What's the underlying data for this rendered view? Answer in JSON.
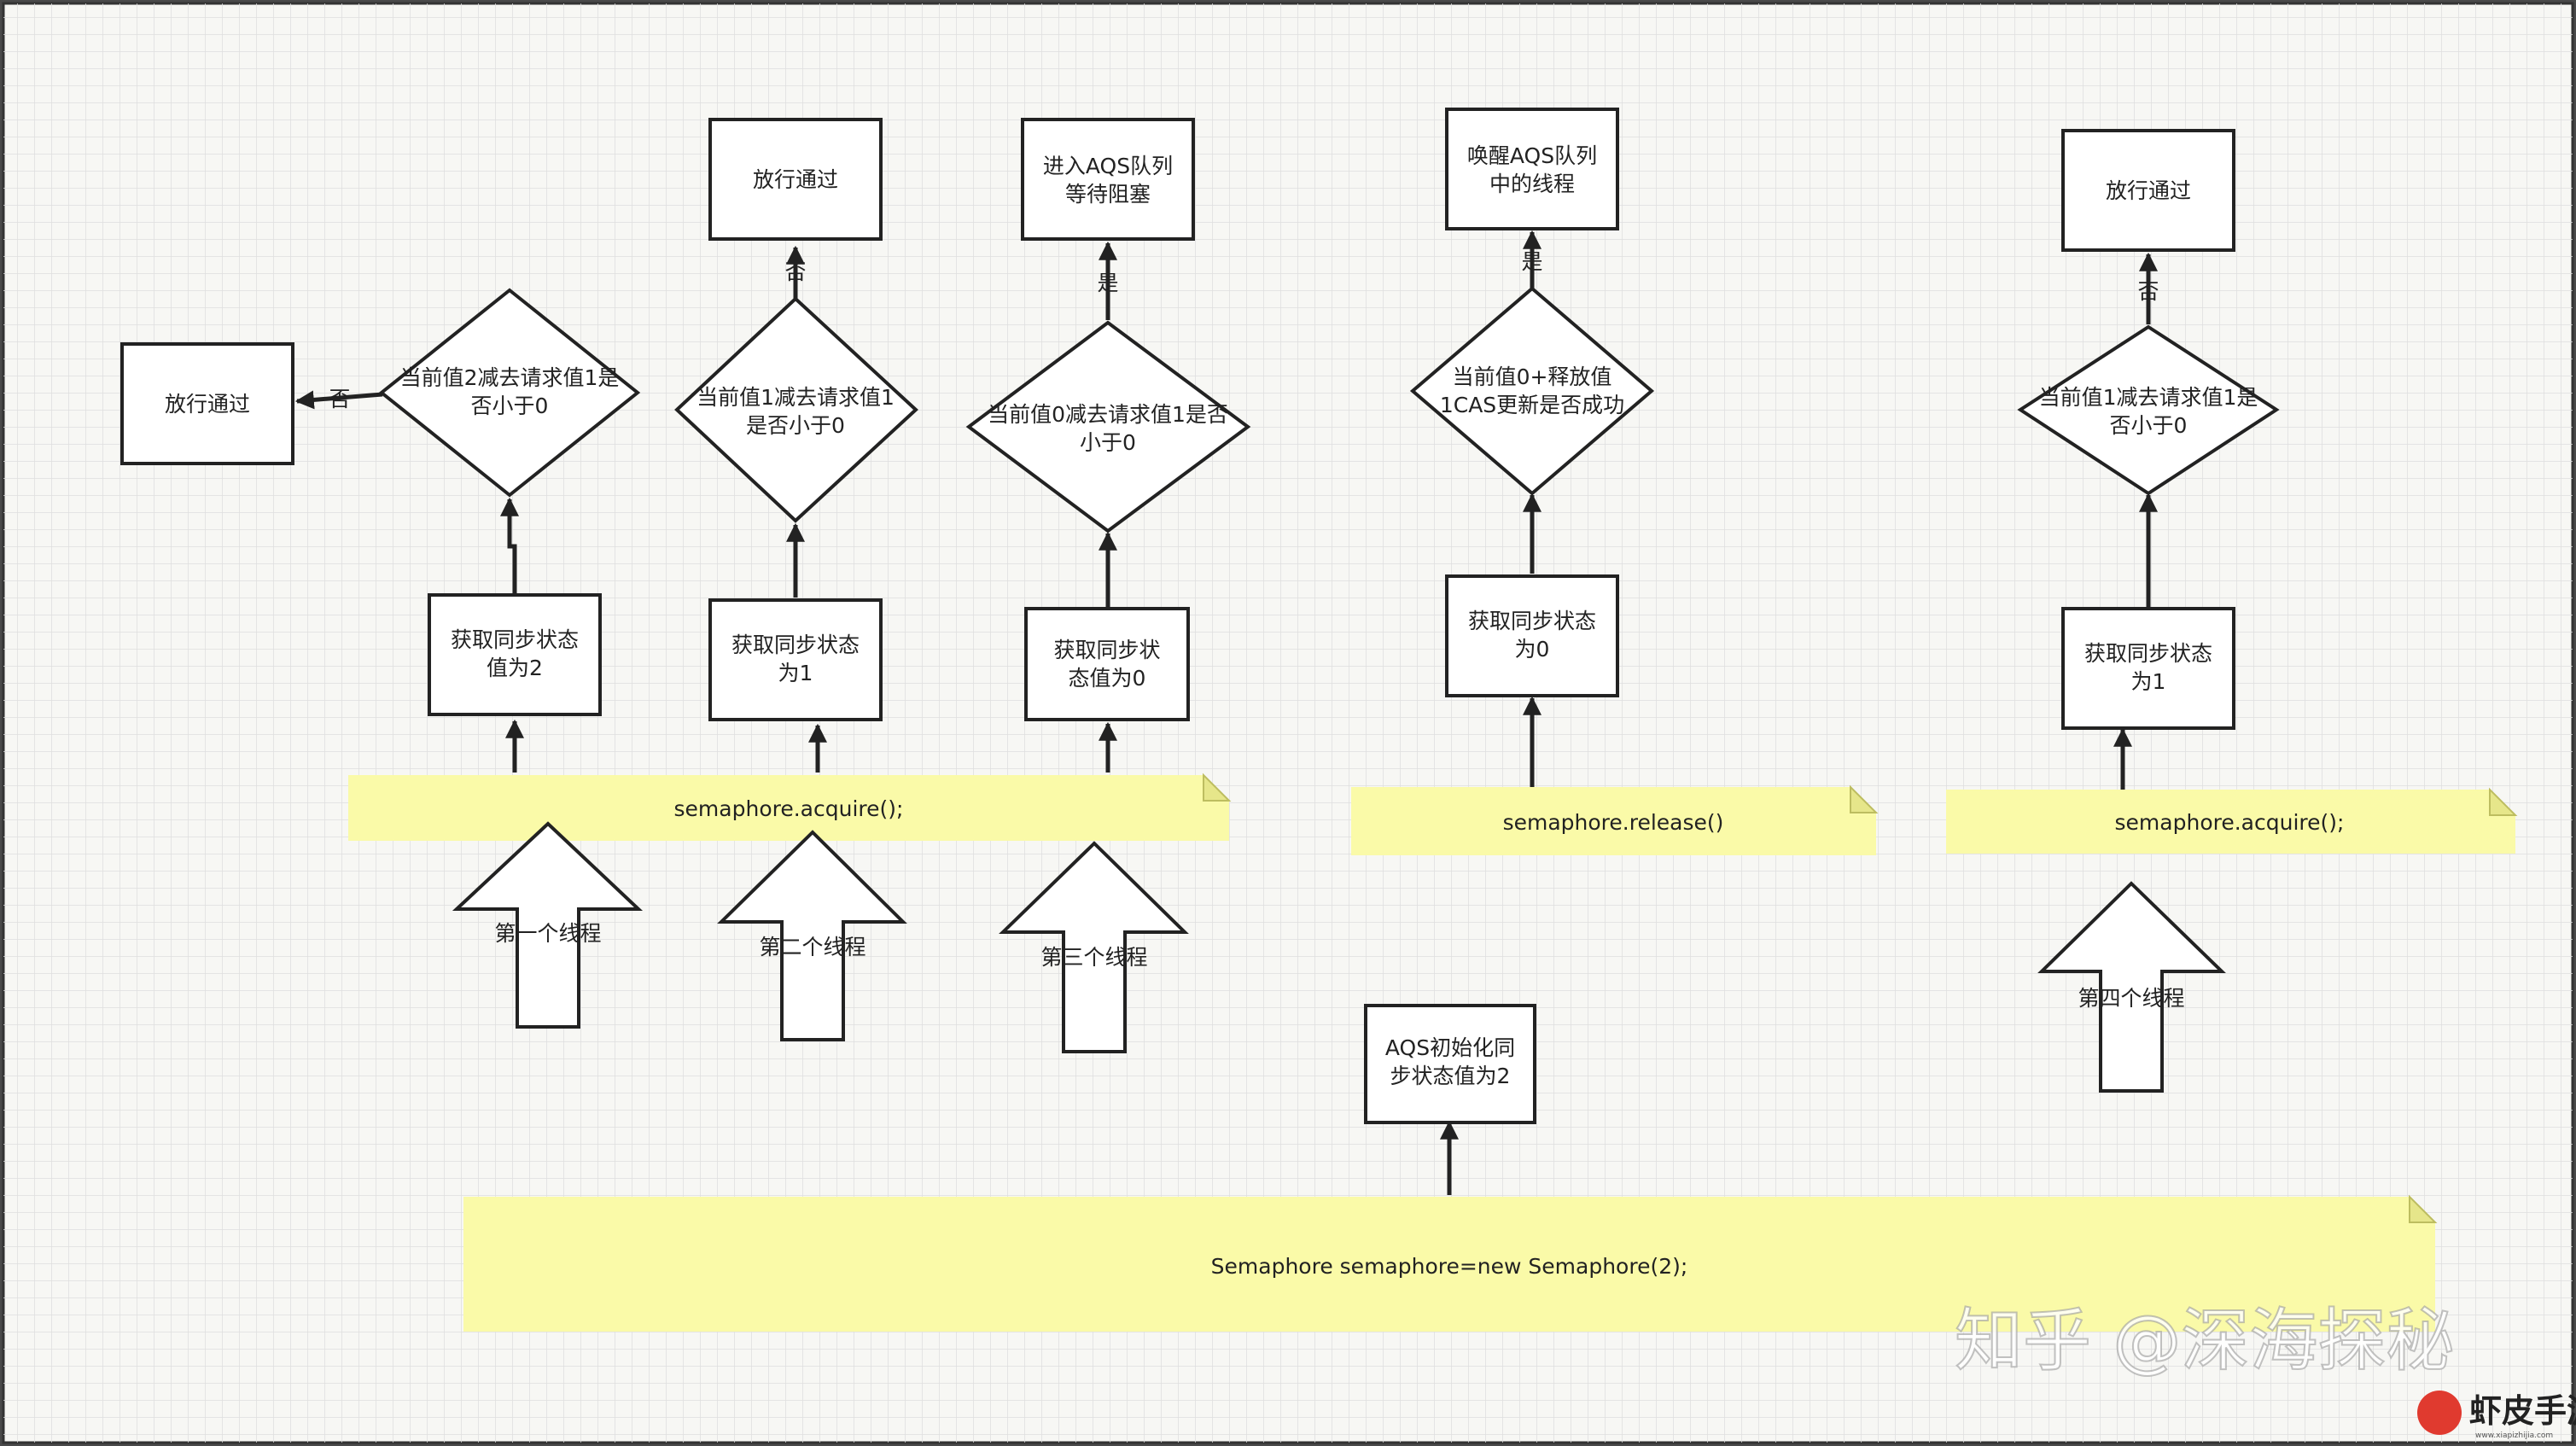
{
  "nodes": {
    "init_note": "Semaphore semaphore=new Semaphore(2);",
    "aqs_init": "AQS初始化同\n步状态值为2",
    "acquire_note_1": "semaphore.acquire();",
    "release_note": "semaphore.release()",
    "acquire_note_2": "semaphore.acquire();",
    "thread_1": "第一个线程",
    "thread_2": "第二个线程",
    "thread_3": "第三个线程",
    "thread_4": "第四个线程",
    "get_state_1": "获取同步状态\n值为2",
    "get_state_2": "获取同步状态\n为1",
    "get_state_3": "获取同步状\n态值为0",
    "get_state_4": "获取同步状态\n为0",
    "get_state_5": "获取同步状态\n为1",
    "decision_1": "当前值2减去请求值1是\n否小于0",
    "decision_2": "当前值1减去请求值1\n是否小于0",
    "decision_3": "当前值0减去请求值1是否\n小于0",
    "decision_4": "当前值0+释放值\n1CAS更新是否成功",
    "decision_5": "当前值1减去请求值1是\n否小于0",
    "result_1": "放行通过",
    "result_2": "放行通过",
    "result_3": "进入AQS队列\n等待阻塞",
    "result_4": "唤醒AQS队列\n中的线程",
    "result_5": "放行通过"
  },
  "edge_labels": {
    "no_1": "否",
    "no_2": "否",
    "yes_3": "是",
    "yes_4": "是",
    "no_5": "否"
  },
  "watermark": {
    "text": "知乎 @深海探秘",
    "logo_text": "虾皮手游网",
    "logo_sub": "www.xiapizhijia.com"
  },
  "colors": {
    "note_fill": "#fafaa8",
    "note_fold": "#e6e68a",
    "stroke": "#222222",
    "paper": "#f5f5f2",
    "grid": "#dcdcdc"
  }
}
